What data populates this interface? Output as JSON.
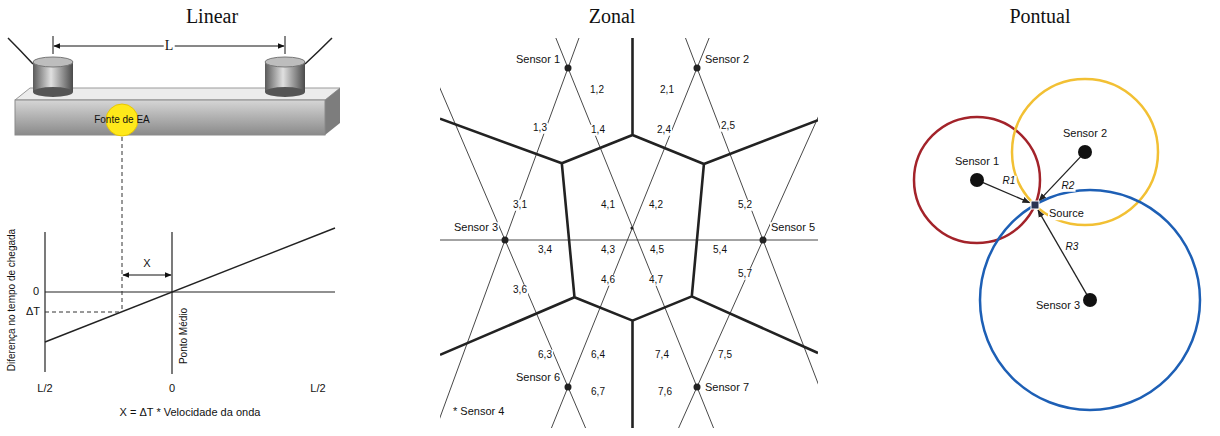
{
  "diagram": {
    "labels": [
      "Linear",
      "Zonal",
      "Pontual",
      "L",
      "Fonte de EA",
      "Diferença no tempo de chegada",
      "0",
      "ΔT",
      "X",
      "Ponto Médio",
      "L/2",
      "0",
      "L/2",
      "X = ΔT * Velocidade da onda",
      "Sensor 1",
      "Sensor 2",
      "Sensor 3",
      "Sensor 5",
      "Sensor 6",
      "Sensor 7",
      "* Sensor 4",
      "1,2",
      "2,1",
      "1,3",
      "1,4",
      "2,4",
      "2,5",
      "3,1",
      "4,1",
      "4,2",
      "5,2",
      "3,4",
      "4,3",
      "4,5",
      "5,4",
      "5,7",
      "3,6",
      "4,6",
      "4,7",
      "6,3",
      "6,4",
      "7,4",
      "7,5",
      "6,7",
      "7,6",
      "Sensor 1",
      "Sensor 2",
      "Sensor 3",
      "R1",
      "R2",
      "R3",
      "Source"
    ]
  }
}
